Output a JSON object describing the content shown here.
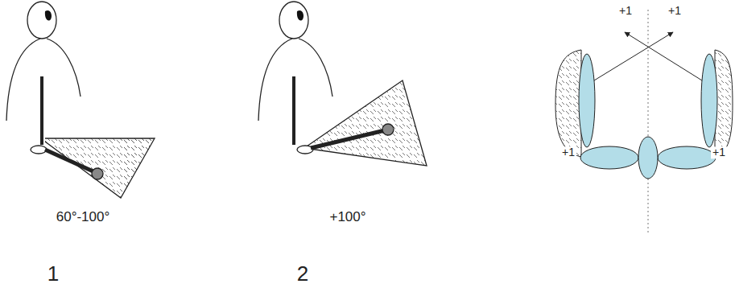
{
  "diagram": {
    "labels": [
      "60°-100°",
      "+100°",
      "+1",
      "+1",
      "+1",
      "+1",
      "1",
      "2"
    ]
  }
}
